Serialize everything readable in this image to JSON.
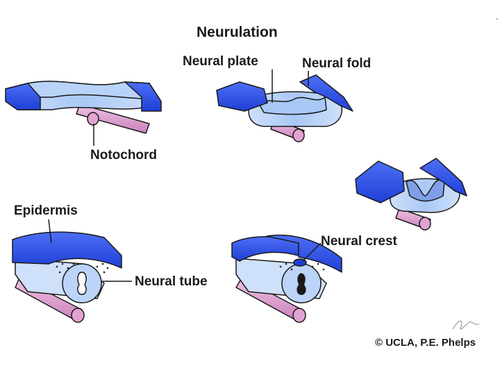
{
  "title": "Neurulation",
  "labels": {
    "neural_plate": "Neural plate",
    "neural_fold": "Neural fold",
    "notochord": "Notochord",
    "epidermis": "Epidermis",
    "neural_tube": "Neural tube",
    "neural_crest": "Neural crest"
  },
  "credit": "© UCLA, P.E. Phelps",
  "corner_mark": "-",
  "colors": {
    "epidermis_dark": "#1f3fd6",
    "epidermis_mid": "#3a5ef0",
    "neural_light": "#a9c8f5",
    "neural_pale": "#cfe0fb",
    "notochord": "#e2a3d3",
    "outline": "#1a1a1a"
  }
}
